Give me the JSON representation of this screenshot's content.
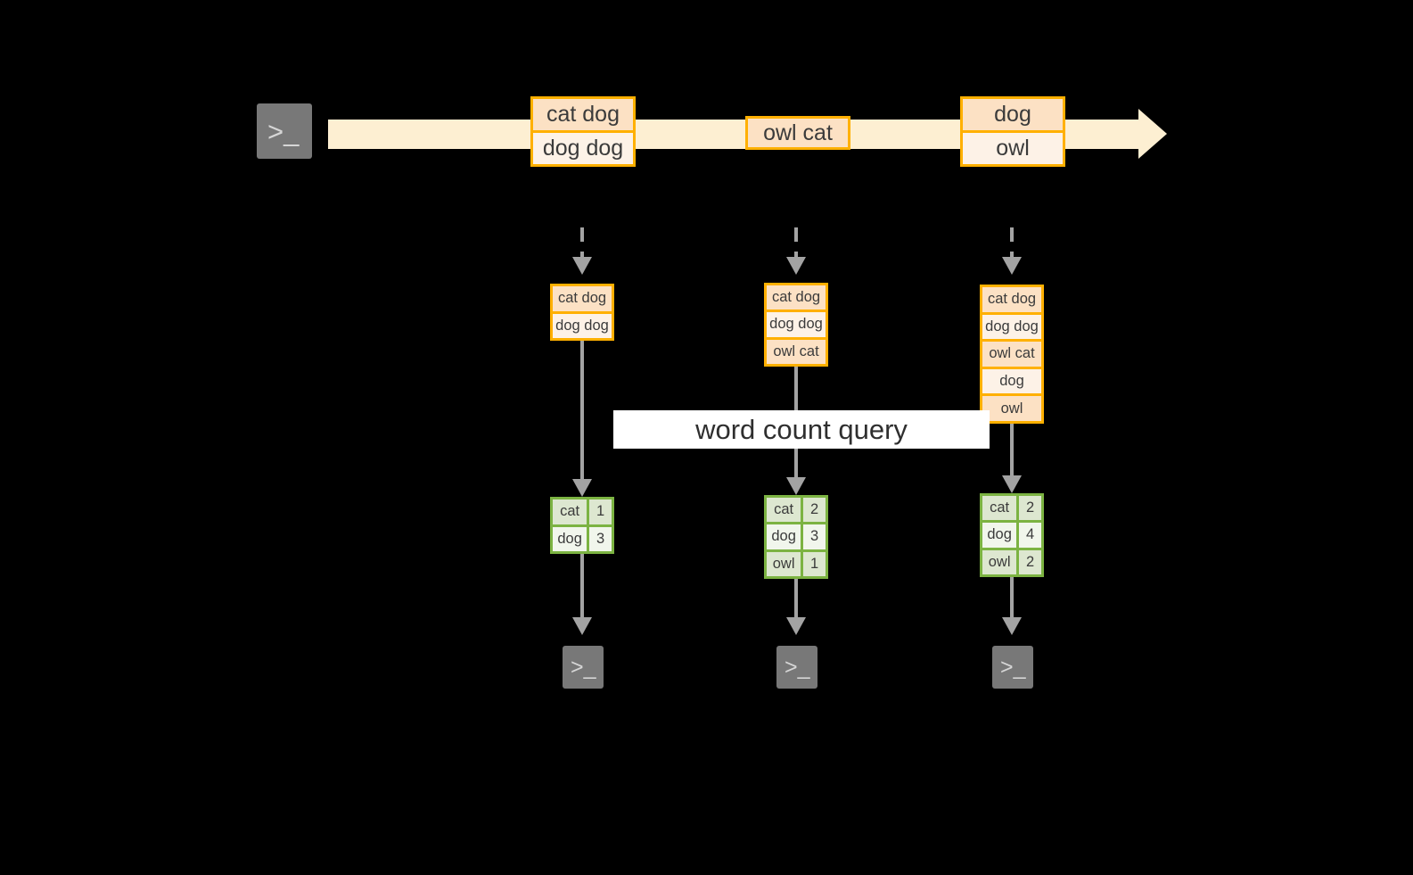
{
  "diagram": {
    "title": "word count query streaming diagram",
    "background_color": "#000000",
    "colors": {
      "event_border": "#ffb000",
      "event_fill_dark": "#fce1c4",
      "event_fill_light": "#fdf2e7",
      "timeline_band": "#fdefd2",
      "result_border": "#7cb342",
      "result_fill_dark": "#dde7d0",
      "result_fill_light": "#f1f6ec",
      "arrow_gray": "#a3a3a3",
      "terminal_gray": "#787878",
      "label_band": "#ffffff"
    }
  },
  "source_terminal": {
    "icon": "terminal-prompt-icon",
    "glyph": ">_"
  },
  "timeline": {
    "arrow_icon": "timeline-arrow-right-icon",
    "events": [
      {
        "lines": [
          "cat dog",
          "dog dog"
        ]
      },
      {
        "lines": [
          "owl cat"
        ]
      },
      {
        "lines": [
          "dog",
          "owl"
        ]
      }
    ]
  },
  "query_label": {
    "text": "word count query"
  },
  "columns": [
    {
      "id": "batch-1",
      "input_stack": [
        "cat dog",
        "dog dog"
      ],
      "result": {
        "rows": [
          {
            "word": "cat",
            "count": "1"
          },
          {
            "word": "dog",
            "count": "3"
          }
        ]
      },
      "sink_terminal": {
        "icon": "terminal-prompt-icon",
        "glyph": ">_"
      }
    },
    {
      "id": "batch-2",
      "input_stack": [
        "cat dog",
        "dog dog",
        "owl cat"
      ],
      "result": {
        "rows": [
          {
            "word": "cat",
            "count": "2"
          },
          {
            "word": "dog",
            "count": "3"
          },
          {
            "word": "owl",
            "count": "1"
          }
        ]
      },
      "sink_terminal": {
        "icon": "terminal-prompt-icon",
        "glyph": ">_"
      }
    },
    {
      "id": "batch-3",
      "input_stack": [
        "cat dog",
        "dog dog",
        "owl cat",
        "dog",
        "owl"
      ],
      "result": {
        "rows": [
          {
            "word": "cat",
            "count": "2"
          },
          {
            "word": "dog",
            "count": "4"
          },
          {
            "word": "owl",
            "count": "2"
          }
        ]
      },
      "sink_terminal": {
        "icon": "terminal-prompt-icon",
        "glyph": ">_"
      }
    }
  ]
}
